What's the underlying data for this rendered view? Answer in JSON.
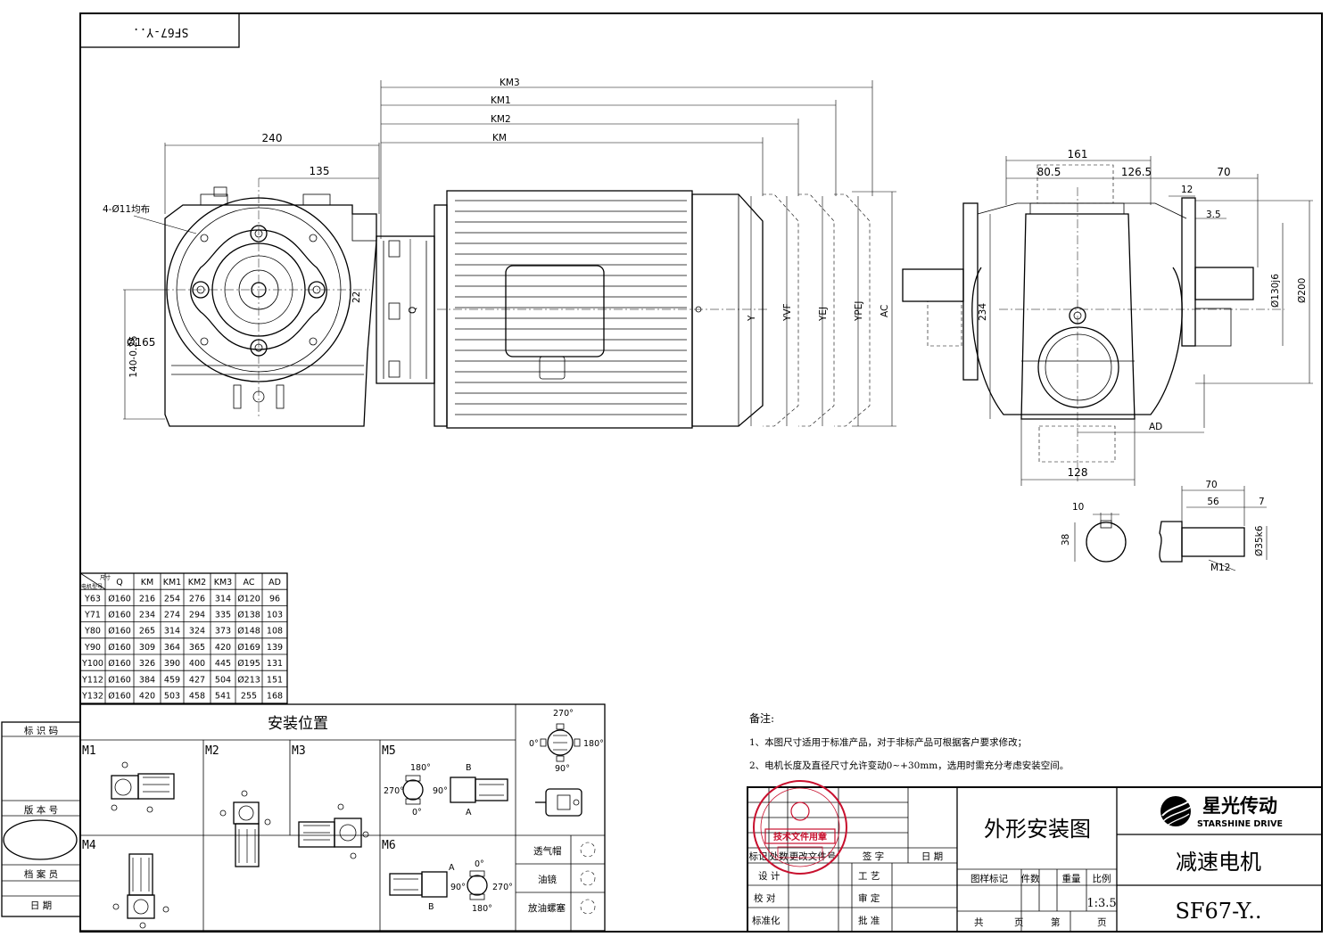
{
  "header_box": {
    "model": "SF67-Y.."
  },
  "dimensions_front": {
    "d240": "240",
    "d135": "135",
    "holes": "4-Ø11均布",
    "d165": "Ø165",
    "d140": "140-0.25",
    "d22": "22",
    "q": "Q"
  },
  "dimensions_motor": {
    "km3": "KM3",
    "km1": "KM1",
    "km2": "KM2",
    "km": "KM",
    "y": "Y",
    "yvf": "YVF",
    "yej": "YEJ",
    "ypej": "YPEJ",
    "ac": "AC"
  },
  "dimensions_side": {
    "d161": "161",
    "d80_5": "80.5",
    "d126_5": "126.5",
    "d70": "70",
    "d12": "12",
    "d3_5": "3.5",
    "d234": "234",
    "d130": "Ø130j6",
    "d200": "Ø200",
    "ad": "AD",
    "d128": "128"
  },
  "dimensions_shaft": {
    "d10": "10",
    "d38": "38",
    "d70": "70",
    "d56": "56",
    "d7": "7",
    "d35": "Ø35k6",
    "m12": "M12"
  },
  "spec_table": {
    "corner_top": "尺寸",
    "corner_bottom": "电机型号",
    "columns": [
      "Q",
      "KM",
      "KM1",
      "KM2",
      "KM3",
      "AC",
      "AD"
    ],
    "rows": [
      {
        "model": "Y63",
        "values": [
          "Ø160",
          "216",
          "254",
          "276",
          "314",
          "Ø120",
          "96"
        ]
      },
      {
        "model": "Y71",
        "values": [
          "Ø160",
          "234",
          "274",
          "294",
          "335",
          "Ø138",
          "103"
        ]
      },
      {
        "model": "Y80",
        "values": [
          "Ø160",
          "265",
          "314",
          "324",
          "373",
          "Ø148",
          "108"
        ]
      },
      {
        "model": "Y90",
        "values": [
          "Ø160",
          "309",
          "364",
          "365",
          "420",
          "Ø169",
          "139"
        ]
      },
      {
        "model": "Y100",
        "values": [
          "Ø160",
          "326",
          "390",
          "400",
          "445",
          "Ø195",
          "131"
        ]
      },
      {
        "model": "Y112",
        "values": [
          "Ø160",
          "384",
          "459",
          "427",
          "504",
          "Ø213",
          "151"
        ]
      },
      {
        "model": "Y132",
        "values": [
          "Ø160",
          "420",
          "503",
          "458",
          "541",
          "255",
          "168"
        ]
      }
    ]
  },
  "left_strip": {
    "id_code": "标 识 码",
    "version": "版 本 号",
    "archive": "档 案 员",
    "date": "日 期"
  },
  "mounting": {
    "title": "安装位置",
    "positions": [
      "M1",
      "M2",
      "M3",
      "M4",
      "M5",
      "M6"
    ],
    "angles": [
      "270°",
      "0°",
      "180°",
      "90°"
    ],
    "m5_angles": [
      "180°",
      "270°",
      "90°",
      "0°"
    ],
    "m6_angles": [
      "0°",
      "90°",
      "270°",
      "180°"
    ],
    "letters": [
      "A",
      "B"
    ],
    "legend": [
      "透气帽",
      "油镜",
      "放油螺塞"
    ]
  },
  "notes": {
    "title": "备注:",
    "items": [
      "1、本图尺寸适用于标准产品，对于非标产品可根据客户要求修改；",
      "2、电机长度及直径尺寸允许变动0~+30mm，选用时需充分考虑安装空间。"
    ]
  },
  "title_block": {
    "row_labels": [
      "标记",
      "处数",
      "更改文件号",
      "签 字",
      "日 期"
    ],
    "design": "设 计",
    "process": "工 艺",
    "check": "校 对",
    "review": "审 定",
    "standard": "标准化",
    "approve": "批 准",
    "drawing_name": "外形安装图",
    "mark_headers": [
      "图样标记",
      "件数",
      "重量",
      "比例"
    ],
    "scale": "1:3.5",
    "total": "共",
    "page_word": "页",
    "nth": "第",
    "page_word2": "页",
    "brand_cn": "星光传动",
    "brand_en": "STARSHINE DRIVE",
    "product": "减速电机",
    "model": "SF67-Y..",
    "stamp_text": "技术文件用章"
  },
  "colors": {
    "line": "#000000",
    "stamp": "#c8102e"
  }
}
